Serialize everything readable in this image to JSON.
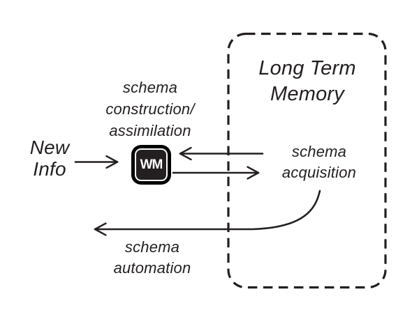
{
  "colors": {
    "ink": "#231f20",
    "background": "#ffffff",
    "wm_fill": "#231f20",
    "wm_outer_ring": "#000000",
    "wm_inner_ring": "#ffffff",
    "wm_text": "#ffffff"
  },
  "nodes": {
    "new_info": {
      "label": "New\nInfo"
    },
    "working_memory": {
      "label": "WM"
    },
    "long_term_memory": {
      "label": "Long Term\nMemory"
    }
  },
  "edge_labels": {
    "construction": "schema\nconstruction/\nassimilation",
    "acquisition": "schema\nacquisition",
    "automation": "schema\nautomation"
  },
  "edges": [
    {
      "from": "new-info",
      "to": "working-memory",
      "style": "straight-right-arrow"
    },
    {
      "from": "long-term-memory",
      "to": "working-memory",
      "style": "straight-left-arrow",
      "label": "schema acquisition"
    },
    {
      "from": "working-memory",
      "to": "long-term-memory",
      "style": "straight-right-arrow",
      "label": "schema acquisition"
    },
    {
      "from": "long-term-memory",
      "to": "off-canvas-left",
      "style": "curved-left-arrow",
      "label": "schema automation"
    }
  ]
}
